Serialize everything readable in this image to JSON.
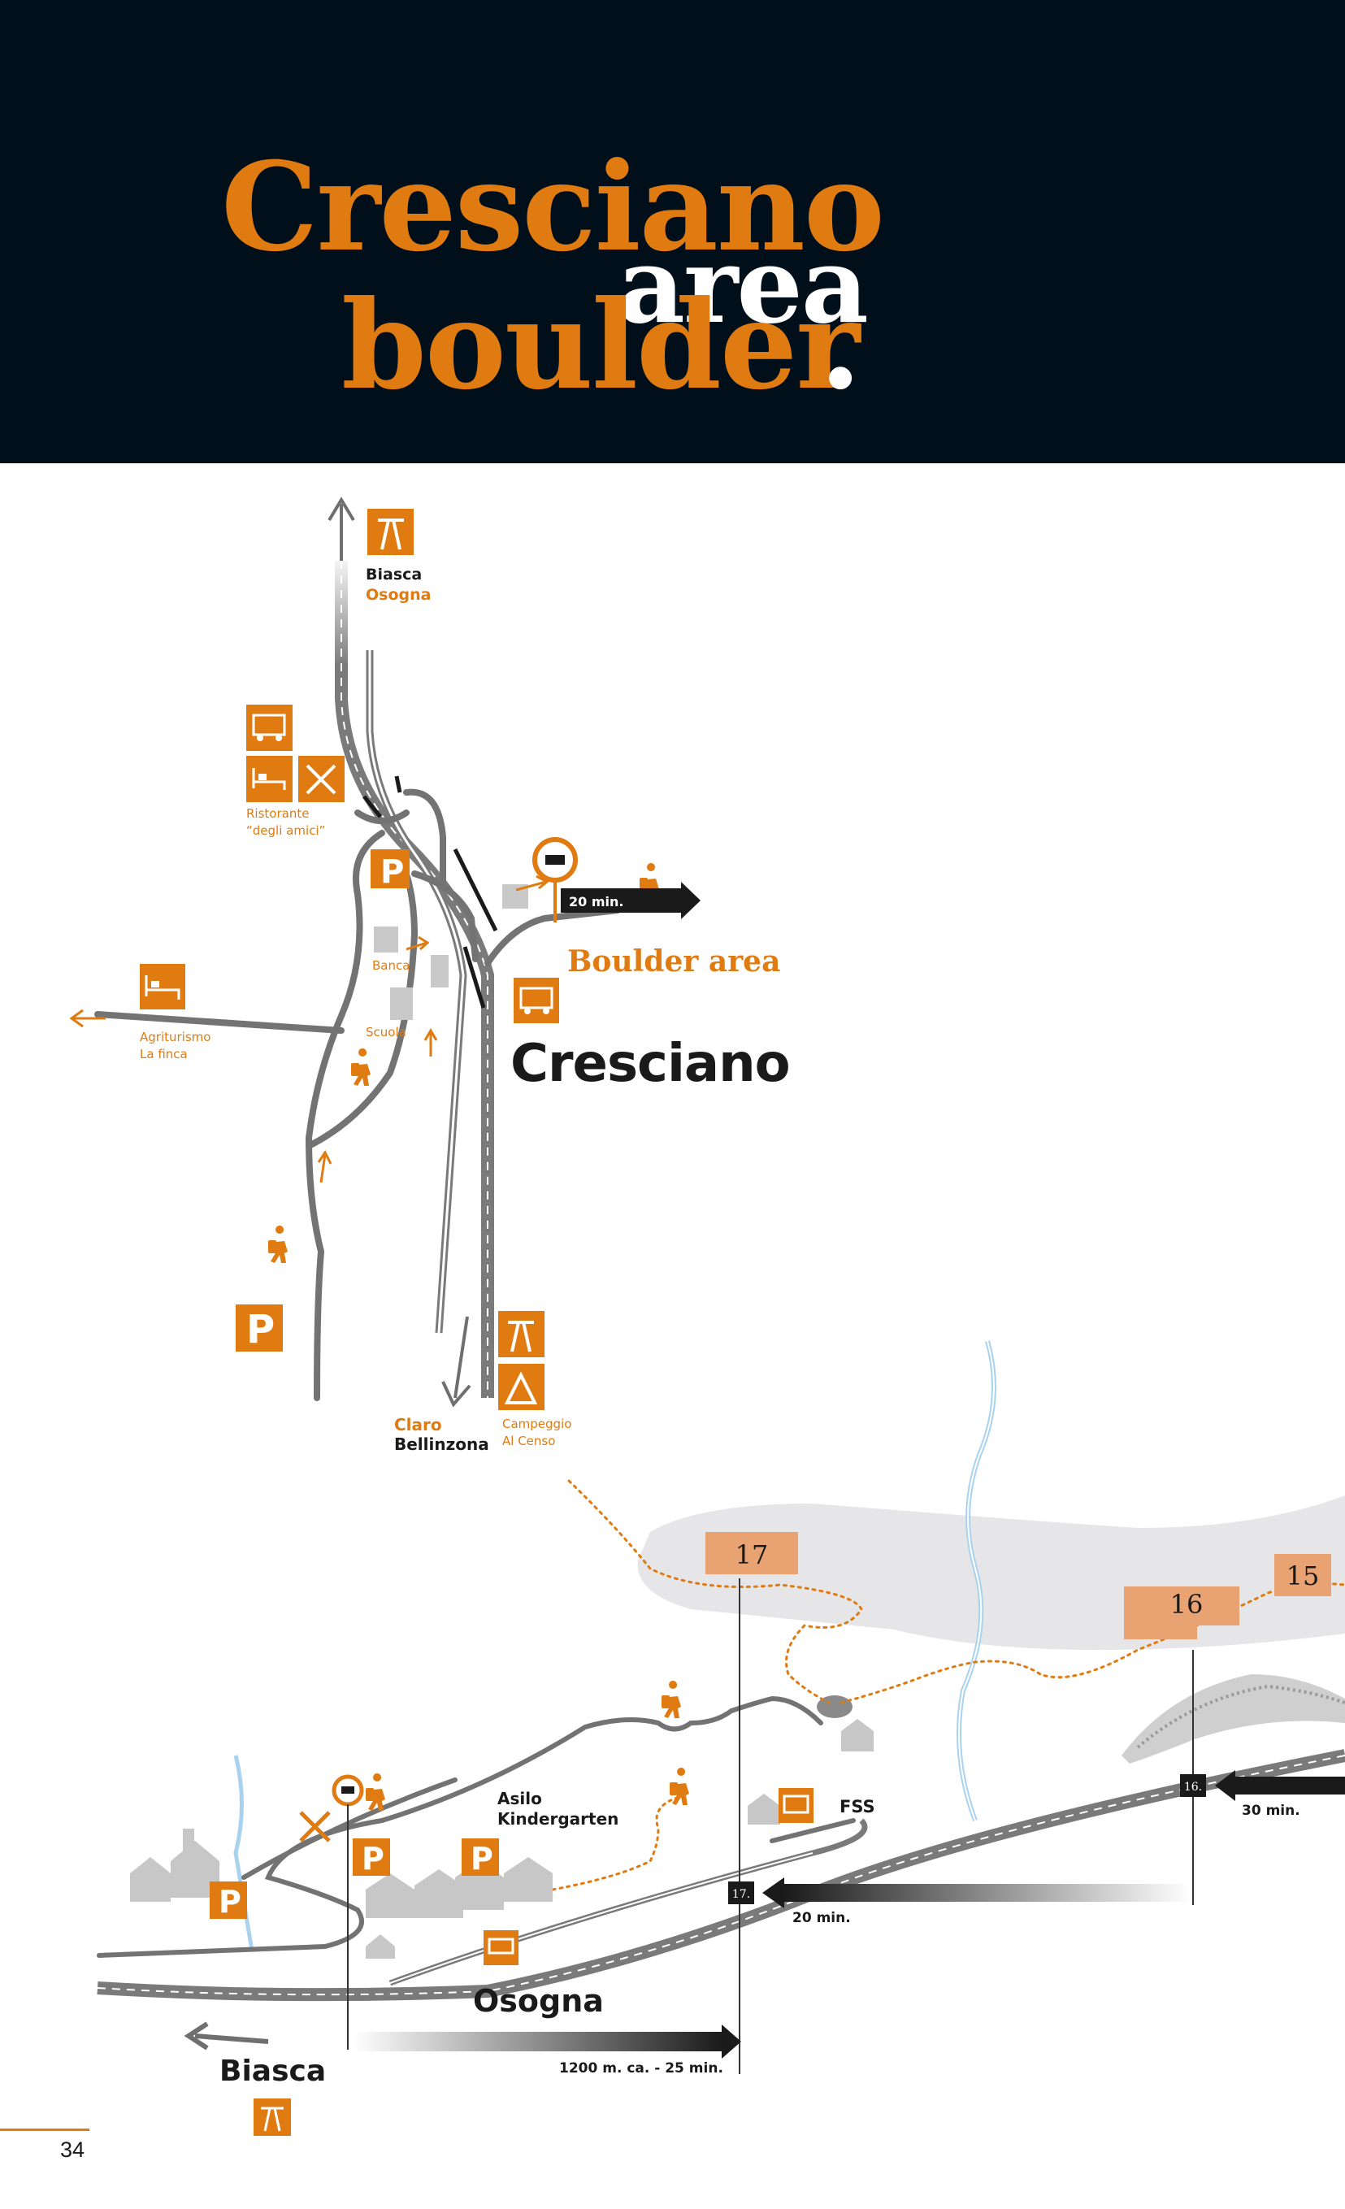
{
  "title": {
    "line1": "Cresciano",
    "line2": "area",
    "line3": "boulder",
    "dot": "."
  },
  "colors": {
    "accent": "#e07b12",
    "header_bg": "#000f1a",
    "road": "#6f6f6f",
    "sector_box": "#e9a372"
  },
  "upper_map": {
    "north_sign": {
      "line1": "Biasca",
      "line2": "Osogna",
      "icon": "motorway-icon"
    },
    "restaurant": {
      "line1": "Ristorante",
      "line2": "“degli amici”",
      "icons": [
        "bus-stop-icon",
        "hotel-bed-icon",
        "restaurant-cutlery-icon"
      ]
    },
    "parking_label": "P",
    "bank_label": "Banca",
    "school_label": "Scuola",
    "agritourism": {
      "line1": "Agriturismo",
      "line2": "La finca",
      "icon": "hotel-bed-icon"
    },
    "trail_time": "20 min.",
    "boulder_area_label": "Boulder area",
    "town_label": "Cresciano",
    "south_left": {
      "line1": "Claro",
      "line2": "Bellinzona"
    },
    "camping": {
      "line1": "Campeggio",
      "line2": "Al Censo",
      "icons": [
        "motorway-icon",
        "camping-tent-icon"
      ]
    }
  },
  "lower_map": {
    "sectors": [
      "17",
      "16",
      "15"
    ],
    "markers": [
      "16.",
      "17."
    ],
    "times": {
      "sector16": "30 min.",
      "sector17": "20 min.",
      "from_parking": "1200 m. ca. - 25 min."
    },
    "kindergarten": {
      "line1": "Asilo",
      "line2": "Kindergarten"
    },
    "station_label": "FSS",
    "town_label": "Osogna",
    "biasca_label": "Biasca",
    "parking_label": "P"
  },
  "page_number": "34"
}
